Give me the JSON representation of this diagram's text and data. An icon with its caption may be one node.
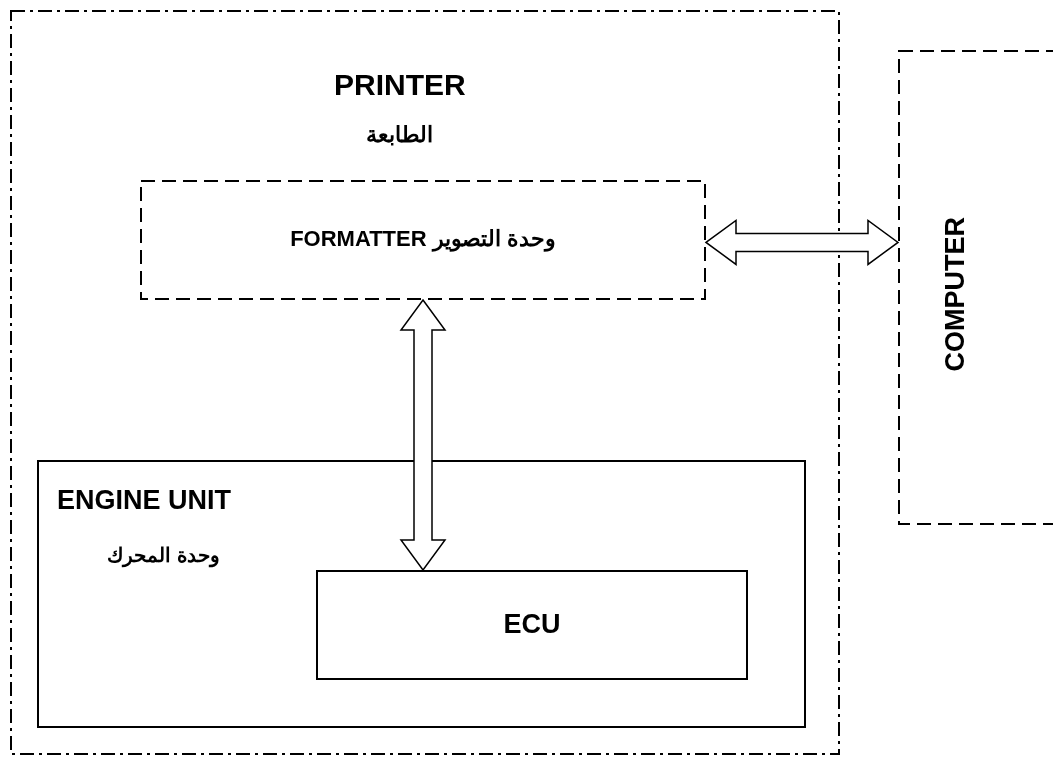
{
  "diagram": {
    "nodes": [
      {
        "text": [
          "PRINTER",
          "الطابعة"
        ]
      },
      {
        "text": [
          "وحدة التصوير FORMATTER"
        ],
        "in": 0
      },
      {
        "text": [
          "ENGINE UNIT",
          "وحدة المحرك"
        ],
        "in": 0
      },
      {
        "text": [
          "ECU"
        ],
        "in": 2
      },
      {
        "text": [
          "COMPUTER"
        ]
      }
    ],
    "edges": [
      {
        "from": 1,
        "to": 4,
        "arrow": "both"
      },
      {
        "from": 1,
        "to": 3,
        "arrow": "both"
      }
    ]
  }
}
